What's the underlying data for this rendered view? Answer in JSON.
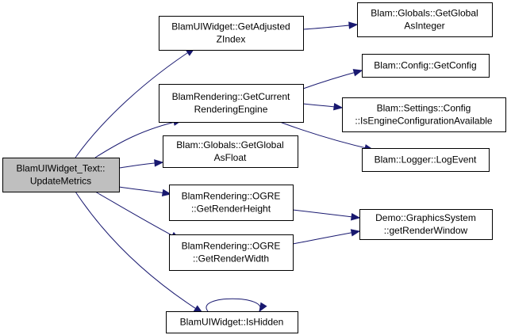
{
  "graph": {
    "nodes": {
      "update_metrics": {
        "lines": [
          "BlamUIWidget_Text::",
          "UpdateMetrics"
        ],
        "is_root": true
      },
      "get_adjusted_zindex": {
        "lines": [
          "BlamUIWidget::GetAdjusted",
          "ZIndex"
        ]
      },
      "get_global_as_integer": {
        "lines": [
          "Blam::Globals::GetGlobal",
          "AsInteger"
        ]
      },
      "get_current_rendering_engine": {
        "lines": [
          "BlamRendering::GetCurrent",
          "RenderingEngine"
        ]
      },
      "get_config": {
        "lines": [
          "Blam::Config::GetConfig"
        ]
      },
      "is_engine_configuration_available": {
        "lines": [
          "Blam::Settings::Config",
          "::IsEngineConfigurationAvailable"
        ]
      },
      "log_event": {
        "lines": [
          "Blam::Logger::LogEvent"
        ]
      },
      "get_global_as_float": {
        "lines": [
          "Blam::Globals::GetGlobal",
          "AsFloat"
        ]
      },
      "get_render_height": {
        "lines": [
          "BlamRendering::OGRE",
          "::GetRenderHeight"
        ]
      },
      "get_render_window": {
        "lines": [
          "Demo::GraphicsSystem",
          "::getRenderWindow"
        ]
      },
      "get_render_width": {
        "lines": [
          "BlamRendering::OGRE",
          "::GetRenderWidth"
        ]
      },
      "is_hidden": {
        "lines": [
          "BlamUIWidget::IsHidden"
        ]
      }
    },
    "edges": [
      {
        "from": "update_metrics",
        "to": "get_adjusted_zindex"
      },
      {
        "from": "update_metrics",
        "to": "get_current_rendering_engine"
      },
      {
        "from": "update_metrics",
        "to": "get_global_as_float"
      },
      {
        "from": "update_metrics",
        "to": "get_render_height"
      },
      {
        "from": "update_metrics",
        "to": "get_render_width"
      },
      {
        "from": "update_metrics",
        "to": "is_hidden"
      },
      {
        "from": "get_adjusted_zindex",
        "to": "get_global_as_integer"
      },
      {
        "from": "get_current_rendering_engine",
        "to": "get_config"
      },
      {
        "from": "get_current_rendering_engine",
        "to": "is_engine_configuration_available"
      },
      {
        "from": "get_current_rendering_engine",
        "to": "log_event"
      },
      {
        "from": "get_render_height",
        "to": "get_render_window"
      },
      {
        "from": "get_render_width",
        "to": "get_render_window"
      },
      {
        "from": "is_hidden",
        "to": "is_hidden"
      }
    ]
  },
  "colors": {
    "edge": "#191970",
    "root_fill": "#bfbfbf",
    "node_fill": "#ffffff",
    "node_border": "#000000"
  }
}
